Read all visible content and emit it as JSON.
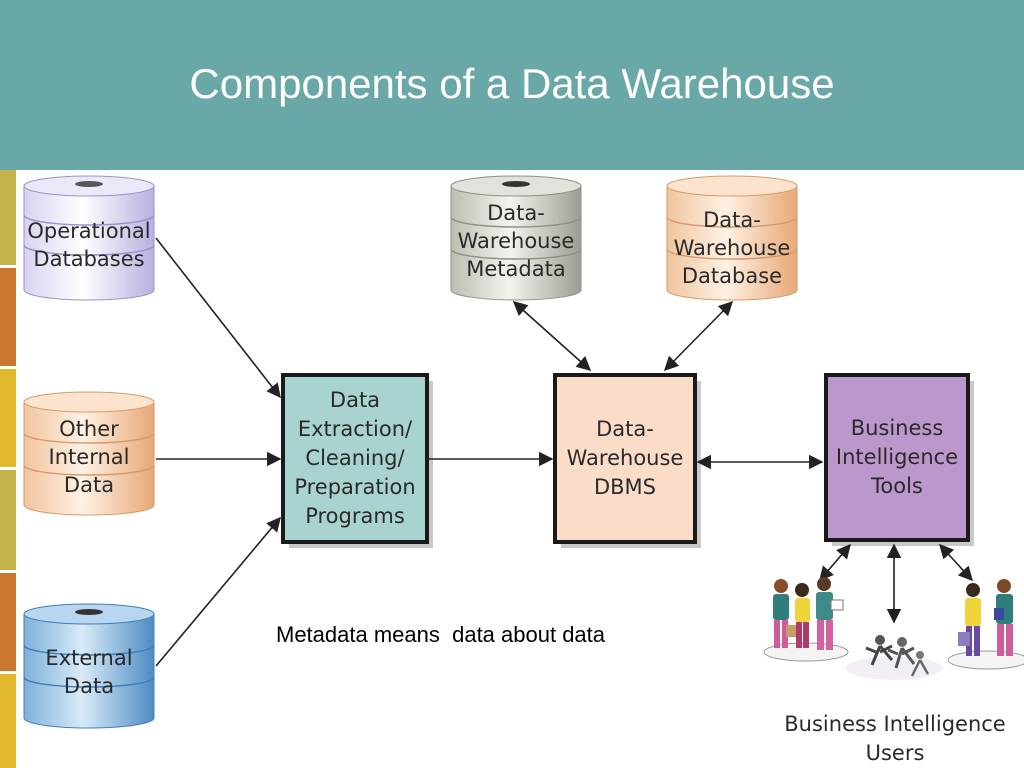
{
  "slide": {
    "title": "Components of a Data Warehouse",
    "note": "Metadata means  data about data"
  },
  "sources": [
    {
      "label": "Operational\nDatabases",
      "color": "lavender"
    },
    {
      "label": "Other\nInternal\nData",
      "color": "peach"
    },
    {
      "label": "External\nData",
      "color": "blue"
    }
  ],
  "stores": [
    {
      "label": "Data-\nWarehouse\nMetadata",
      "color": "gray"
    },
    {
      "label": "Data-\nWarehouse\nDatabase",
      "color": "peach"
    }
  ],
  "processes": [
    {
      "label": "Data\nExtraction/\nCleaning/\nPreparation\nPrograms"
    },
    {
      "label": "Data-\nWarehouse\nDBMS"
    },
    {
      "label": "Business\nIntelligence\nTools"
    }
  ],
  "users": {
    "label": "Business Intelligence\nUsers"
  },
  "colors": {
    "header": "#6aa8a8",
    "extraction_box": "#a9d3cf",
    "dbms_box": "#fbdcc8",
    "bi_box": "#bc97cc"
  }
}
